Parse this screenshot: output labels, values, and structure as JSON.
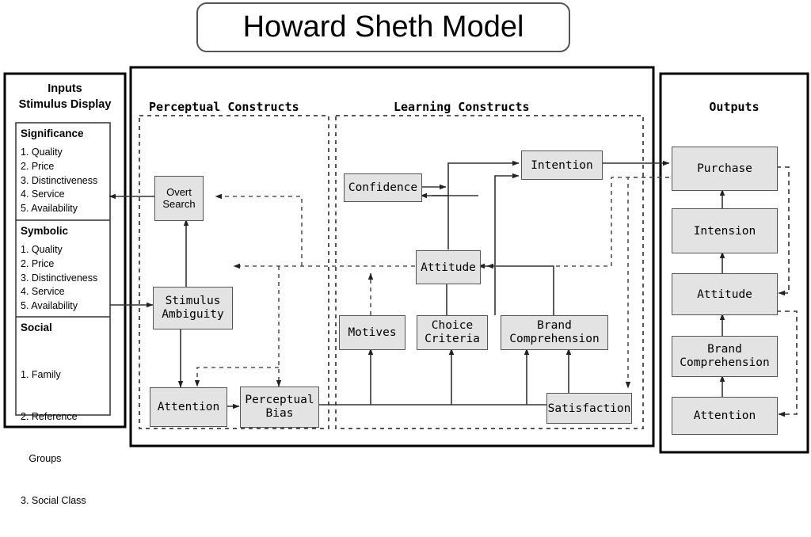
{
  "title": "Howard Sheth Model",
  "panels": {
    "inputs": {
      "heading_line1": "Inputs",
      "heading_line2": "Stimulus Display",
      "groups": [
        {
          "name": "Significance",
          "items": [
            "1. Quality",
            "2. Price",
            "3. Distinctiveness",
            "4. Service",
            "5. Availability"
          ]
        },
        {
          "name": "Symbolic",
          "items": [
            "1. Quality",
            "2. Price",
            "3. Distinctiveness",
            "4. Service",
            "5. Availability"
          ]
        },
        {
          "name": "Social",
          "items": [
            "1. Family",
            "2. Reference",
            "   Groups",
            "3. Social Class"
          ]
        }
      ]
    },
    "perceptual": {
      "heading": "Perceptual Constructs"
    },
    "learning": {
      "heading": "Learning Constructs"
    },
    "outputs": {
      "heading": "Outputs"
    }
  },
  "nodes": {
    "overt_search": "Overt\nSearch",
    "overt_search_l1": "Overt",
    "overt_search_l2": "Search",
    "stimulus_ambiguity_l1": "Stimulus",
    "stimulus_ambiguity_l2": "Ambiguity",
    "attention": "Attention",
    "perceptual_bias_l1": "Perceptual",
    "perceptual_bias_l2": "Bias",
    "confidence": "Confidence",
    "intention": "Intention",
    "attitude": "Attitude",
    "motives": "Motives",
    "choice_criteria_l1": "Choice",
    "choice_criteria_l2": "Criteria",
    "brand_comprehension_l1": "Brand",
    "brand_comprehension_l2": "Comprehension",
    "satisfaction": "Satisfaction",
    "out_purchase": "Purchase",
    "out_intension": "Intension",
    "out_attitude": "Attitude",
    "out_brand_comprehension_l1": "Brand",
    "out_brand_comprehension_l2": "Comprehension",
    "out_attention": "Attention"
  },
  "colors": {
    "box_fill": "#e3e3e3",
    "box_stroke": "#555555",
    "panel_stroke": "#000000",
    "dashed_stroke": "#555555",
    "line": "#333333",
    "background": "#ffffff",
    "text": "#000000"
  }
}
